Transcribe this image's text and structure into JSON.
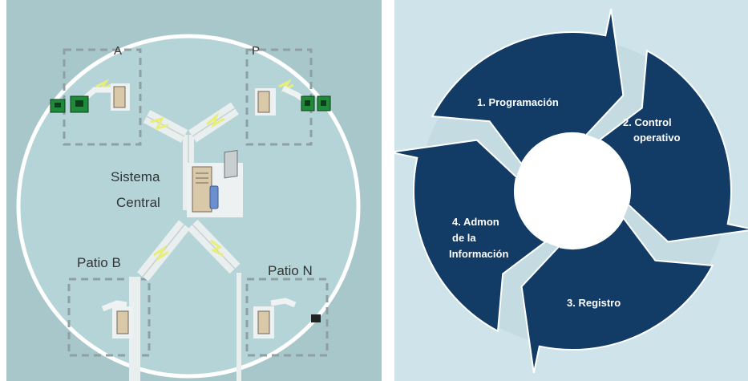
{
  "left": {
    "labels": {
      "central_line1": "Sistema",
      "central_line2": "Central",
      "patio_b": "Patio B",
      "patio_n": "Patio N",
      "patio_a_partial": "A",
      "patio_top_right_partial": "P"
    }
  },
  "right": {
    "steps": [
      {
        "line1": "1. Programación",
        "line2": ""
      },
      {
        "line1": "2. Control",
        "line2": "operativo"
      },
      {
        "line1": "3. Registro",
        "line2": ""
      },
      {
        "line1": "4. Admon",
        "line2": "de la",
        "line3": "Información"
      }
    ]
  },
  "colors": {
    "left_bg": "#A8C7CB",
    "right_bg": "#CFE4EA",
    "arrow": "#123B66",
    "arrow_text": "#FFFFFF",
    "link_yellow": "#E8EE7A",
    "router_green": "#1F8A3A"
  }
}
